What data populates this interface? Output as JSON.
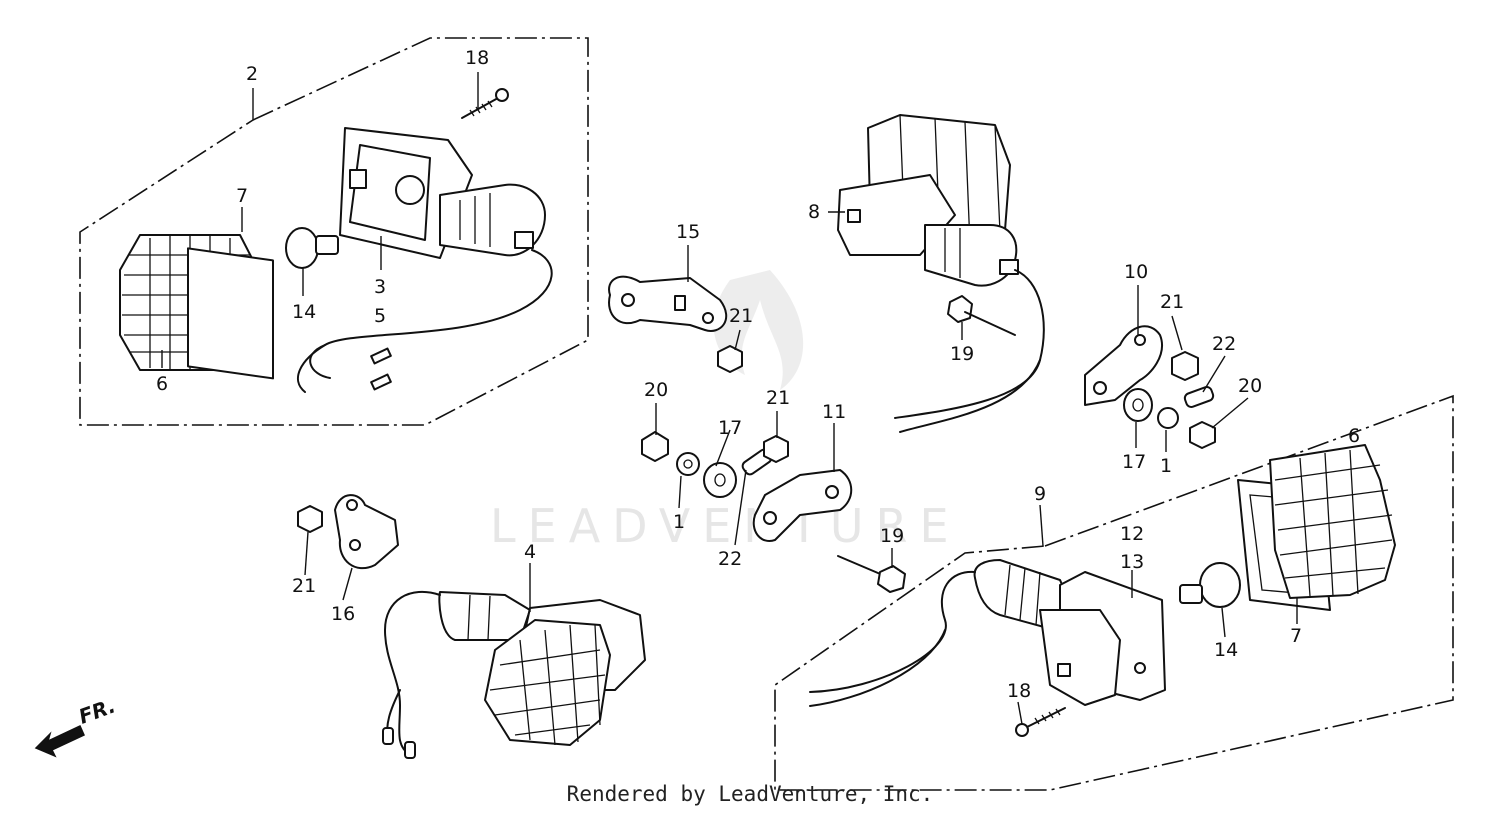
{
  "watermark": "LEADVENTURE",
  "direction_label": "FR.",
  "footer": "Rendered by LeadVenture, Inc.",
  "callouts": [
    "2",
    "18",
    "7",
    "14",
    "3",
    "5",
    "6",
    "8",
    "15",
    "21",
    "10",
    "21",
    "22",
    "19",
    "20",
    "21",
    "20",
    "17",
    "11",
    "17",
    "1",
    "6",
    "1",
    "9",
    "12",
    "13",
    "19",
    "22",
    "21",
    "16",
    "4",
    "14",
    "7",
    "18"
  ],
  "colors": {
    "ink": "#111111",
    "watermark": "#e6e6e6"
  }
}
